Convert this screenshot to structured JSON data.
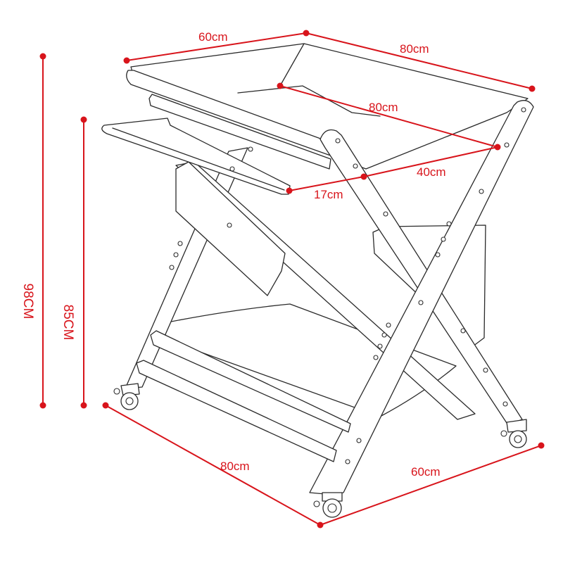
{
  "dimensions": {
    "top_width": "60cm",
    "top_depth": "80cm",
    "tray_length": "80cm",
    "tray_width": "40cm",
    "towel_bar": "17cm",
    "total_height": "98CM",
    "tray_height": "85CM",
    "base_depth": "80cm",
    "base_width": "60cm"
  },
  "colors": {
    "dimension": "#d8141b",
    "line": "#2a2a2a"
  }
}
